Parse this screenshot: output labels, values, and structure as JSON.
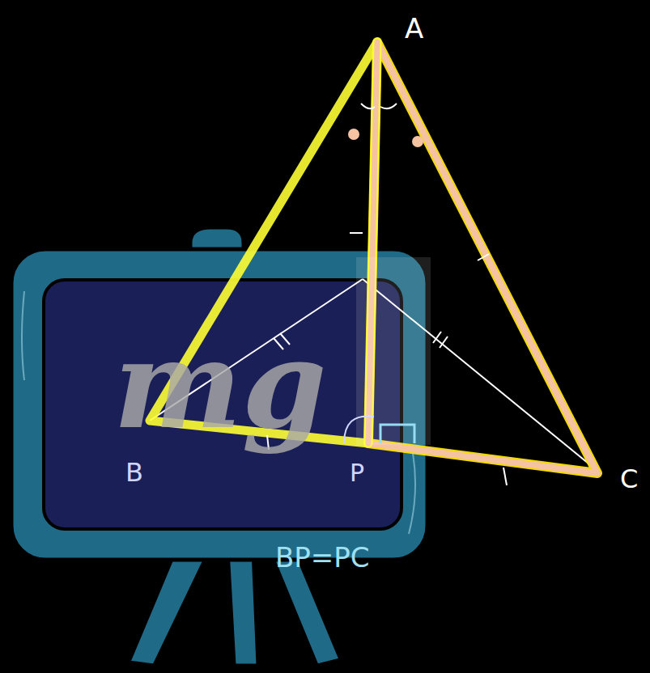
{
  "diagram": {
    "labels": [
      "A",
      "B",
      "P",
      "C",
      "mg",
      "BP=PC"
    ]
  }
}
